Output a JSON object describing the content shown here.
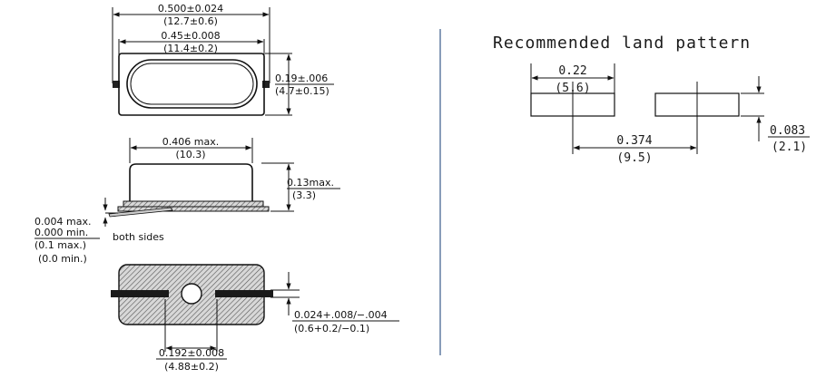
{
  "top_view": {
    "overall_length": "0.500±0.024",
    "overall_length_mm": "(12.7±0.6)",
    "body_length": "0.45±0.008",
    "body_length_mm": "(11.4±0.2)",
    "body_width": "0.19±.006",
    "body_width_mm": "(4.7±0.15)"
  },
  "side_view": {
    "length_max": "0.406 max.",
    "length_max_mm": "(10.3)",
    "height_max": "0.13max.",
    "height_max_mm": "(3.3)",
    "standoff_max": "0.004 max.",
    "standoff_min": "0.000 min.",
    "standoff_max_mm": "(0.1 max.)",
    "standoff_min_mm": "(0.0 min.)",
    "standoff_note": "both sides"
  },
  "bottom_view": {
    "lead_width": "0.024+.008/−.004",
    "lead_width_mm": "(0.6+0.2/−0.1)",
    "lead_gap": "0.192±0.008",
    "lead_gap_mm": "(4.88±0.2)"
  },
  "land_pattern": {
    "title": "Recommended land pattern",
    "pad_length": "0.22",
    "pad_length_mm": "(5.6)",
    "pad_pitch": "0.374",
    "pad_pitch_mm": "(9.5)",
    "pad_width": "0.083",
    "pad_width_mm": "(2.1)"
  },
  "colors": {
    "line": "#111111",
    "divider": "#3a5a8a",
    "hatch": "#555555"
  }
}
